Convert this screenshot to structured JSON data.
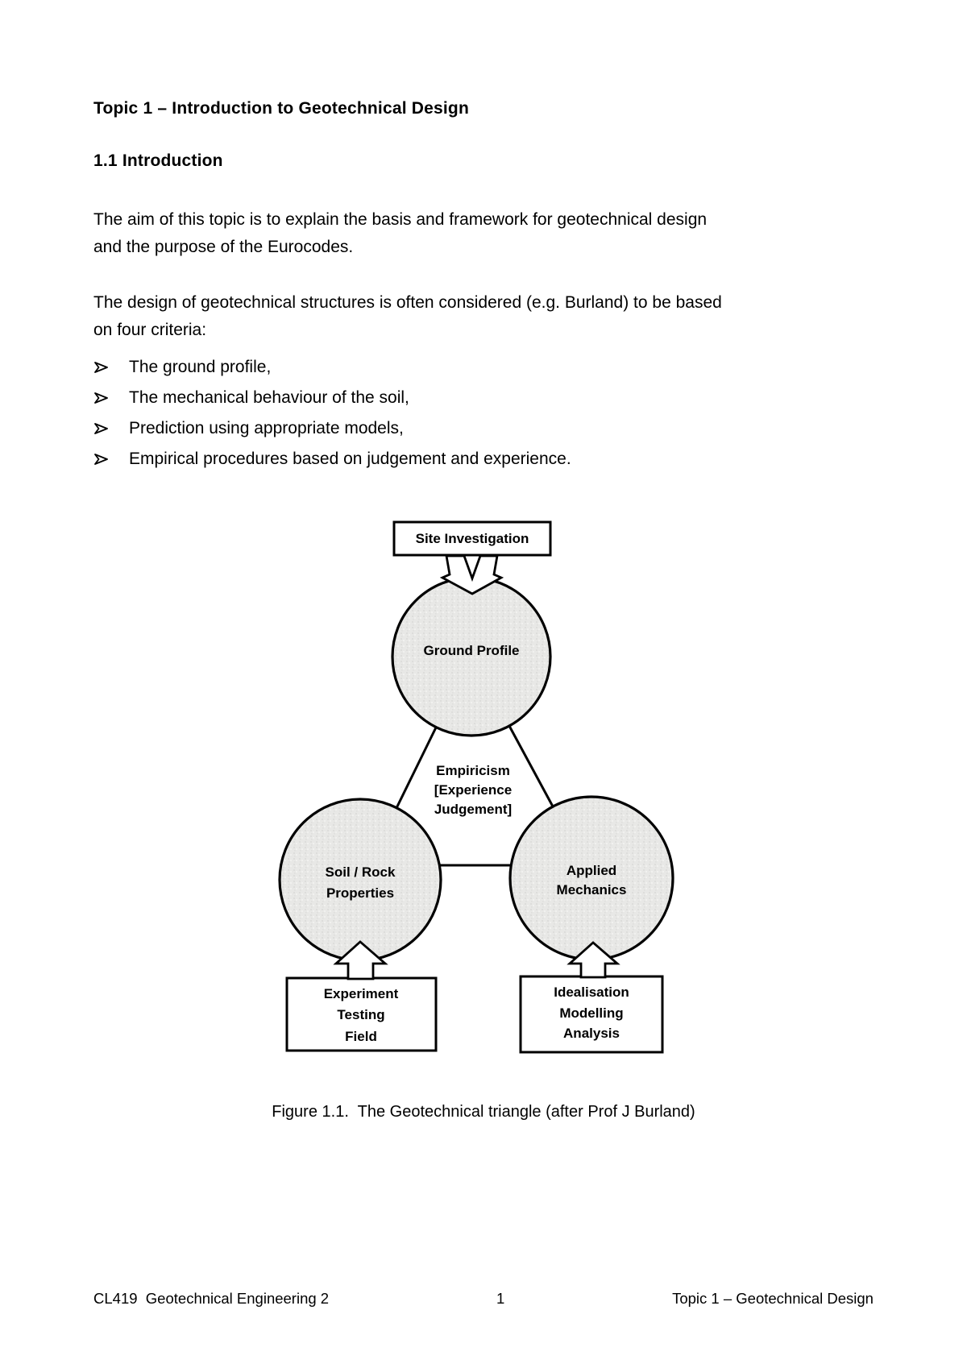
{
  "document": {
    "title": "Topic 1 – Introduction to Geotechnical Design",
    "section_heading": "1.1 Introduction",
    "paragraph1_lines": [
      "The aim of this topic is to explain the basis and framework for geotechnical design",
      "and the purpose of the Eurocodes."
    ],
    "paragraph2_lines": [
      "The design of geotechnical structures is often considered (e.g. Burland) to be based",
      "on four criteria:"
    ],
    "bullet_glyph": "➢",
    "bullets": [
      "The ground profile,",
      "The mechanical behaviour of the soil,",
      "Prediction using appropriate models,",
      "Empirical procedures based on judgement and experience."
    ]
  },
  "figure": {
    "top_box_label": "Site Investigation",
    "top_circle_label": "Ground Profile",
    "center_label_lines": [
      "Empiricism",
      "[Experience",
      "Judgement]"
    ],
    "left_circle_lines": [
      "Soil / Rock",
      "Properties"
    ],
    "right_circle_lines": [
      "Applied",
      "Mechanics"
    ],
    "left_box_lines": [
      "Experiment",
      "Testing",
      "Field"
    ],
    "right_box_lines": [
      "Idealisation",
      "Modelling",
      "Analysis"
    ],
    "caption": "Figure 1.1.  The Geotechnical triangle (after Prof J Burland)",
    "circle_fill": "#e8e8e6",
    "stroke_color": "#000000"
  },
  "footer": {
    "course": "CL419  Geotechnical Engineering 2",
    "page_number": "1",
    "topic": "Topic 1 – Geotechnical Design"
  }
}
